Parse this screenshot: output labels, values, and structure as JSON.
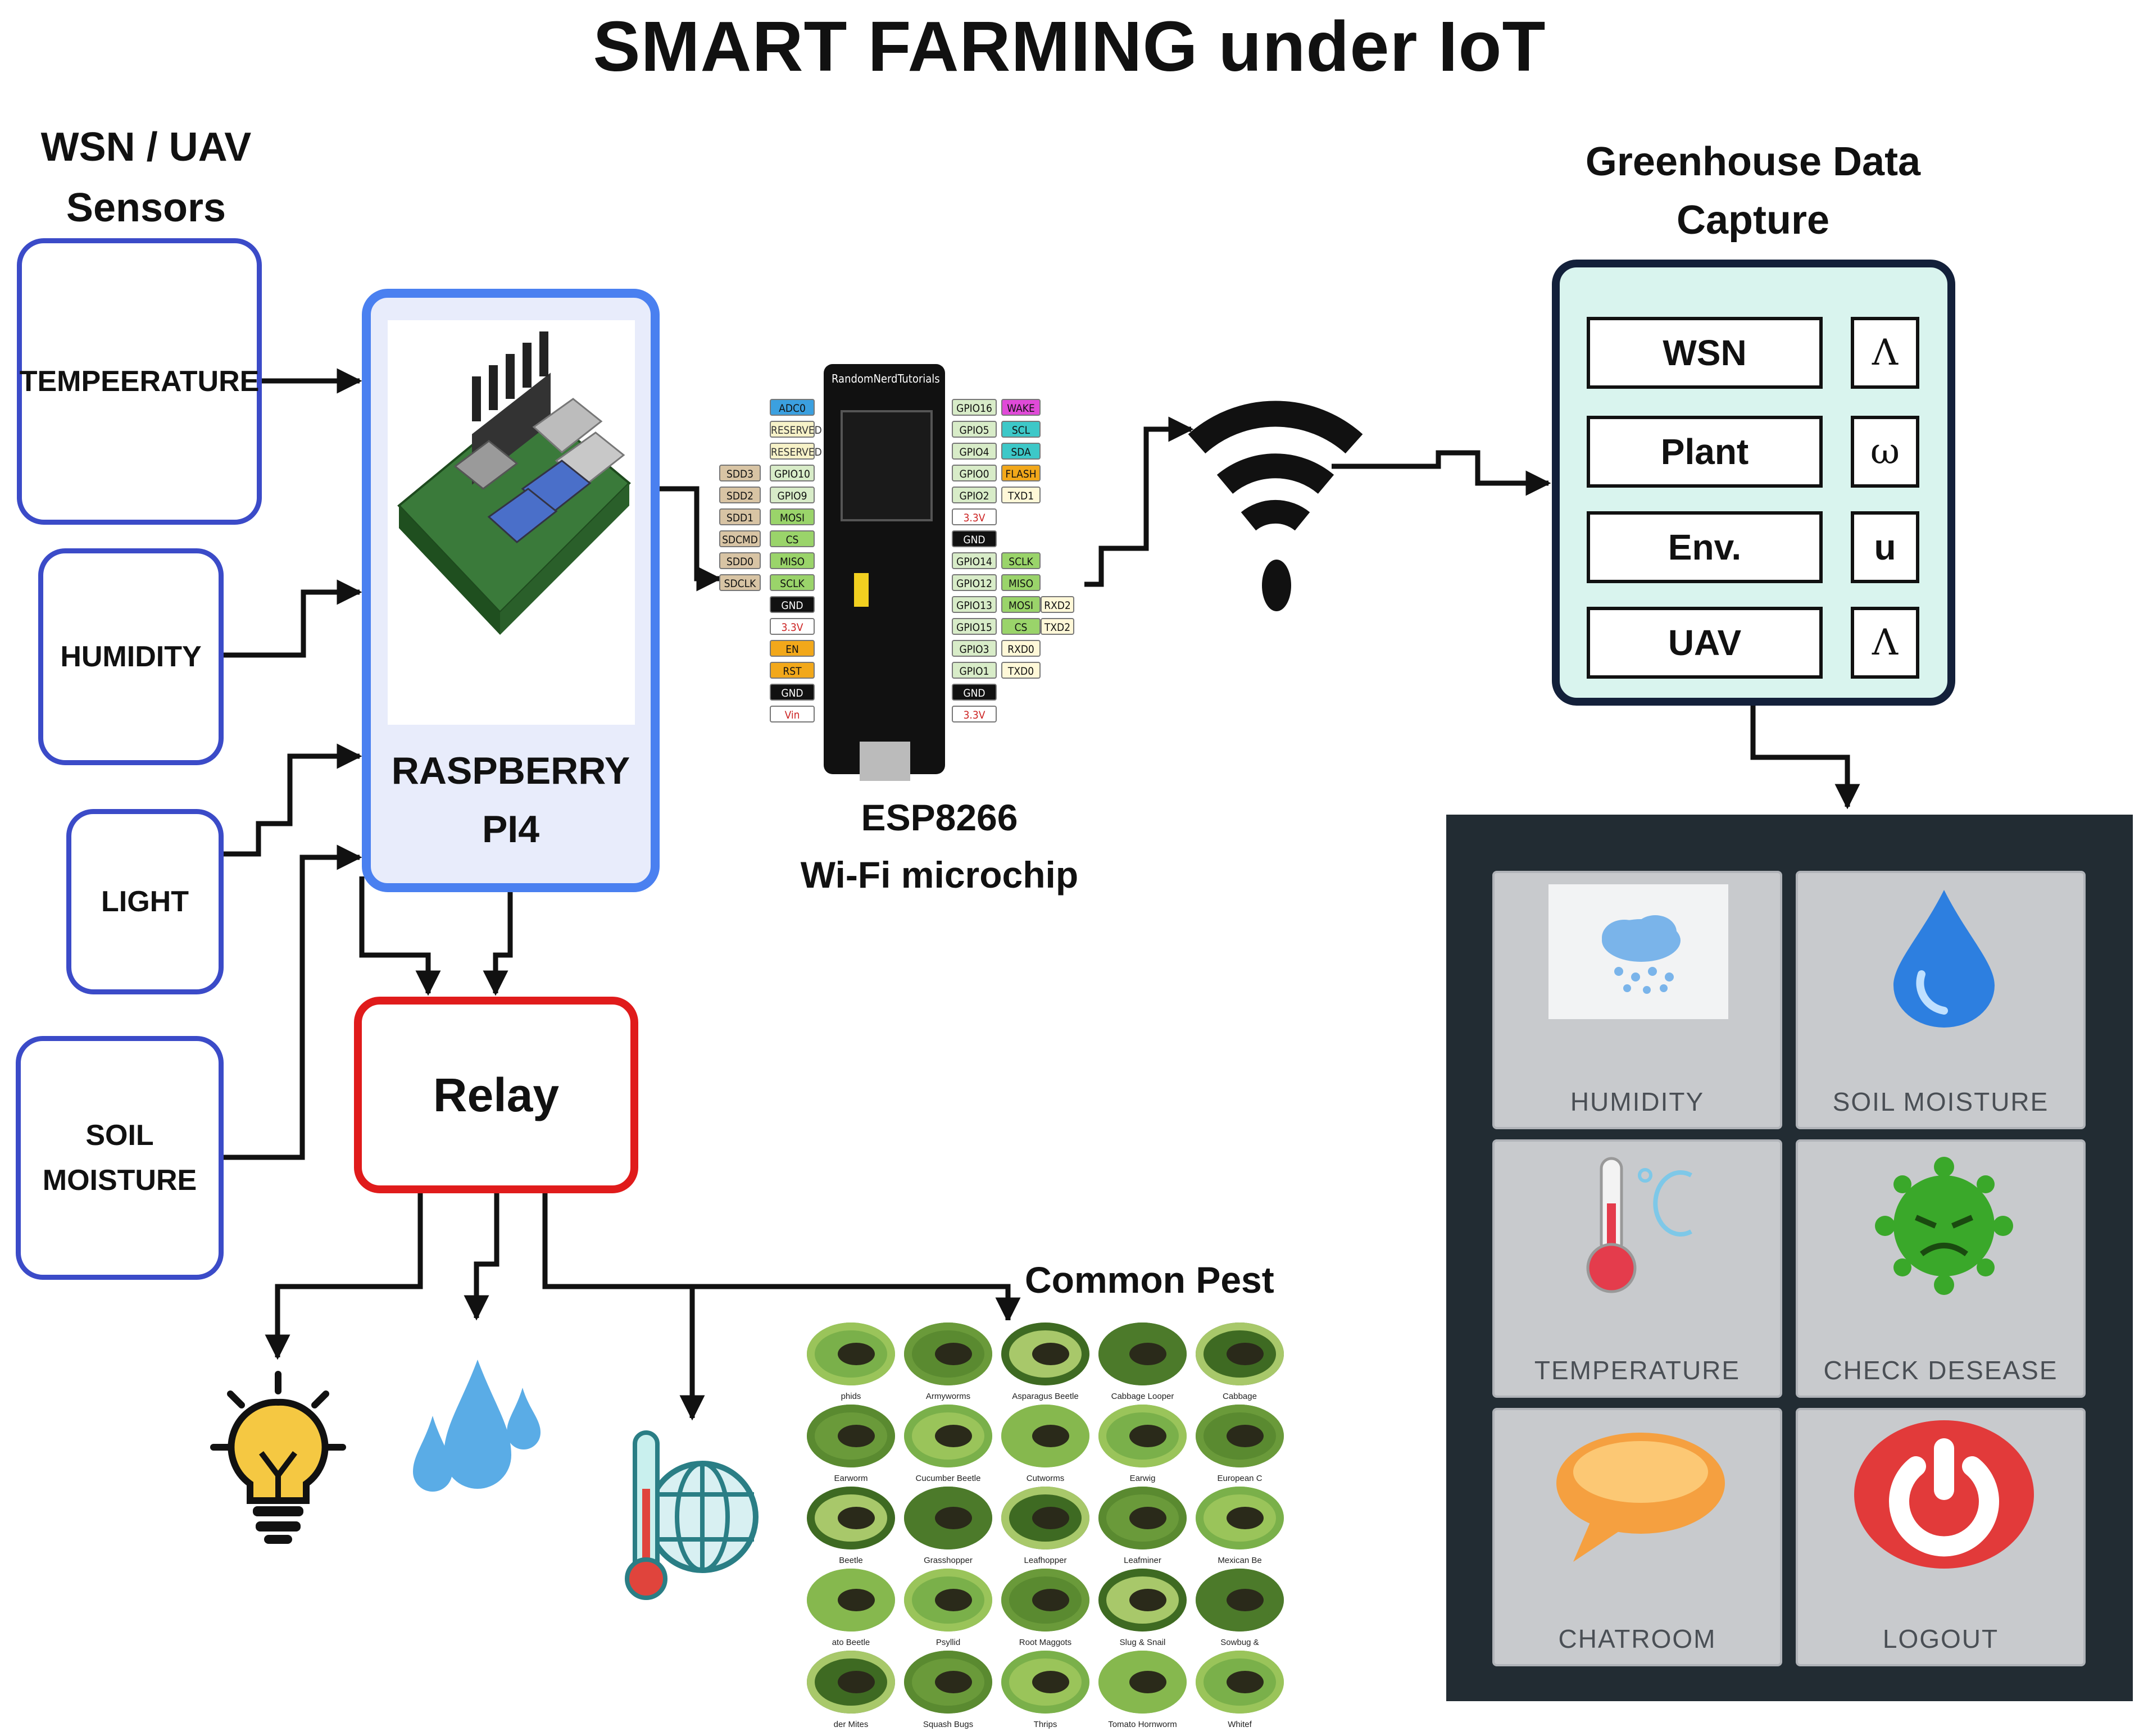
{
  "title": "SMART FARMING under IoT",
  "sensors_header": [
    "WSN / UAV",
    "Sensors"
  ],
  "sensors": [
    "TEMPEERATURE",
    "HUMIDITY",
    "LIGHT",
    "SOIL MOISTURE"
  ],
  "controller": {
    "label_line1": "RASPBERRY",
    "label_line2": "PI4"
  },
  "esp": {
    "label_line1": "ESP8266",
    "label_line2": "Wi-Fi microchip",
    "board_brand": "RandomNerdTutorials",
    "left_pins": [
      "ADC0",
      "RESERVED",
      "RESERVED",
      "GPIO10",
      "GPIO9",
      "MOSI",
      "CS",
      "MISO",
      "SCLK",
      "GND",
      "3.3V",
      "EN",
      "RST",
      "GND",
      "Vin"
    ],
    "left_outer": [
      "",
      "",
      "",
      "SDD3",
      "SDD2",
      "SDD1",
      "SDCMD",
      "SDD0",
      "SDCLK",
      "",
      "",
      "",
      "",
      "",
      ""
    ],
    "right_pins": [
      "GPIO16",
      "GPIO5",
      "GPIO4",
      "GPIO0",
      "GPIO2",
      "3.3V",
      "GND",
      "GPIO14",
      "GPIO12",
      "GPIO13",
      "GPIO15",
      "GPIO3",
      "GPIO1",
      "GND",
      "3.3V"
    ],
    "right_outer": [
      "WAKE",
      "SCL",
      "SDA",
      "FLASH",
      "TXD1",
      "",
      "",
      "SCLK",
      "MISO",
      "MOSI",
      "CS",
      "RXD0",
      "TXD0",
      "",
      ""
    ],
    "right_outer2": [
      "",
      "",
      "",
      "",
      "",
      "",
      "",
      "",
      "",
      "RXD2",
      "TXD2",
      "",
      "",
      "",
      ""
    ]
  },
  "relay": "Relay",
  "greenhouse": {
    "header": [
      "Greenhouse Data",
      "Capture"
    ],
    "rows": [
      {
        "label": "WSN",
        "symbol": "Λ"
      },
      {
        "label": "Plant",
        "symbol": "ω"
      },
      {
        "label": "Env.",
        "symbol": "u"
      },
      {
        "label": "UAV",
        "symbol": "Λ"
      }
    ]
  },
  "app_tiles": [
    "HUMIDITY",
    "SOIL MOISTURE",
    "TEMPERATURE",
    "CHECK DESEASE",
    "CHATROOM",
    "LOGOUT"
  ],
  "pest": {
    "header": "Common Pest",
    "labels": [
      "phids",
      "Armyworms",
      "Asparagus Beetle",
      "Cabbage Looper",
      "Cabbage",
      "Earworm",
      "Cucumber Beetle",
      "Cutworms",
      "Earwig",
      "European C",
      "Beetle",
      "Grasshopper",
      "Leafhopper",
      "Leafminer",
      "Mexican Be",
      "ato Beetle",
      "Psyllid",
      "Root Maggots",
      "Slug & Snail",
      "Sowbug &",
      "der Mites",
      "Squash Bugs",
      "Thrips",
      "Tomato Hornworm",
      "Whitef"
    ]
  },
  "colors": {
    "sensor_border": "#3b4bc8",
    "rpi_border": "#4a80f0",
    "relay_border": "#e01b1b",
    "greenhouse_fill": "#d9f4ee"
  }
}
